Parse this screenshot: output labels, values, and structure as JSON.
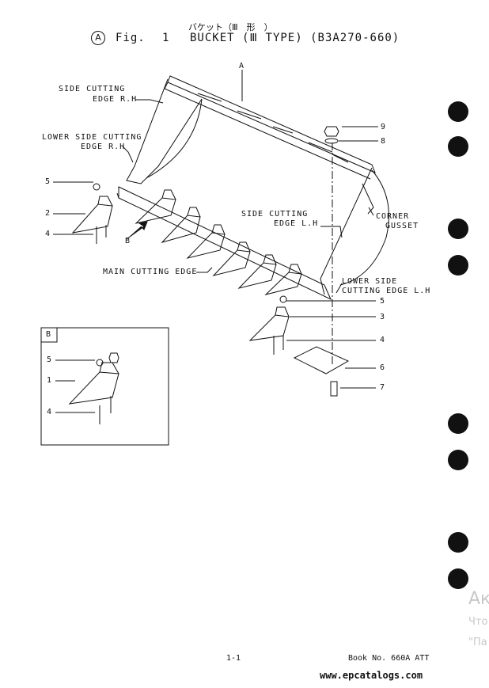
{
  "header": {
    "circle_letter": "A",
    "japanese": "バケット（Ⅲ　形　）",
    "fig_label": "Fig.",
    "fig_number": "1",
    "title": "BUCKET (Ⅲ TYPE) (B3A270-660)"
  },
  "labels": {
    "a": "A",
    "side_rh_1": "SIDE CUTTING",
    "side_rh_2": "EDGE R.H",
    "lower_rh_1": "LOWER SIDE CUTTING",
    "lower_rh_2": "EDGE R.H",
    "side_lh_1": "SIDE CUTTING",
    "side_lh_2": "EDGE L.H",
    "corner_1": "CORNER",
    "corner_2": "GUSSET",
    "main_edge": "MAIN CUTTING EDGE",
    "lower_lh_1": "LOWER SIDE",
    "lower_lh_2": "CUTTING EDGE L.H",
    "b_arrow": "B"
  },
  "callouts": {
    "n9": "9",
    "n8": "8",
    "n5_left": "5",
    "n2": "2",
    "n4_left": "4",
    "n5_right": "5",
    "n3": "3",
    "n4_right": "4",
    "n6": "6",
    "n7": "7"
  },
  "inset": {
    "label": "B",
    "n5": "5",
    "n1": "1",
    "n4": "4"
  },
  "footer": {
    "page": "1-1",
    "book": "Book No. 660A ATT",
    "site": "www.epcatalogs.com"
  },
  "watermark": {
    "line1": "Ак",
    "line2": "Что",
    "line3": "\"Па"
  }
}
